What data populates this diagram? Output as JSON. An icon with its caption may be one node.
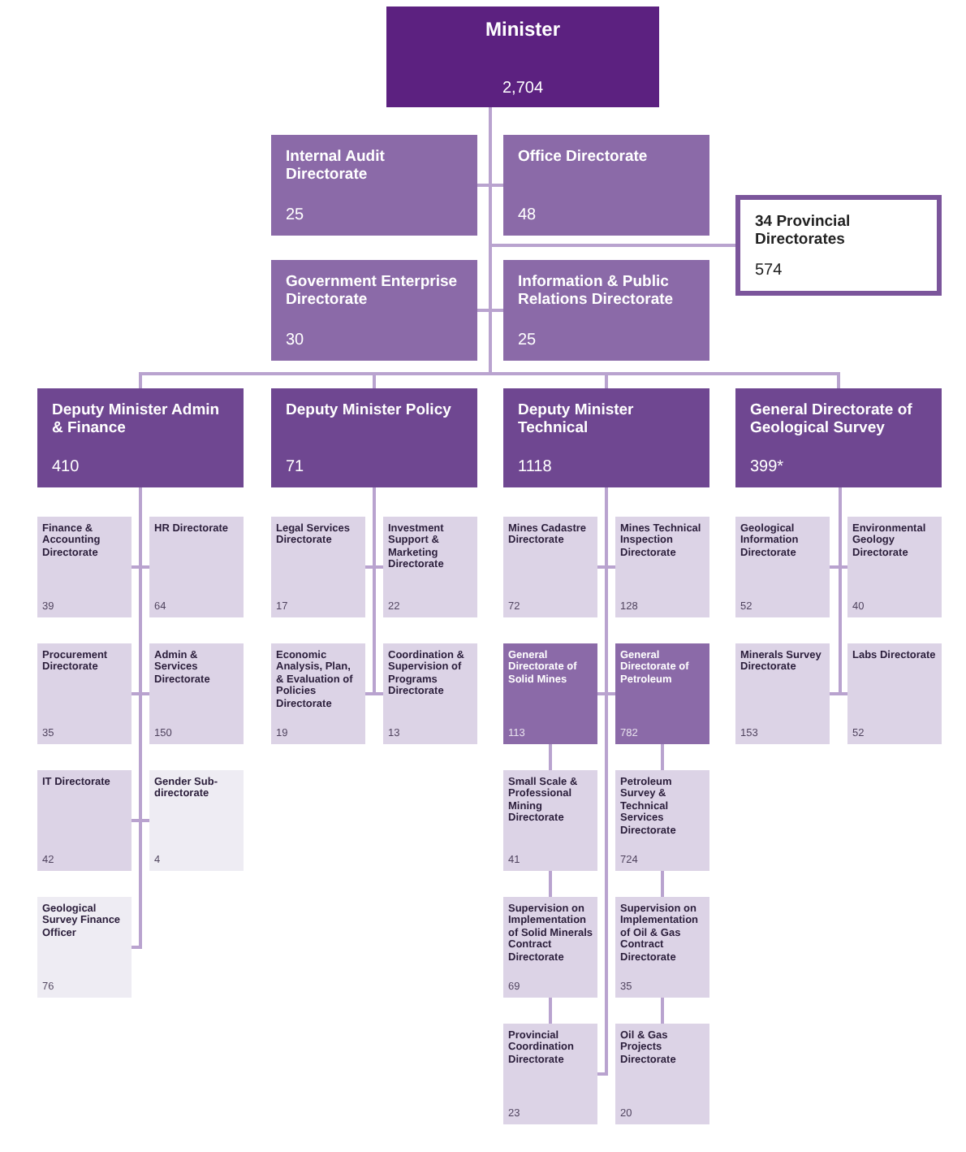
{
  "diagram": {
    "nodes": [
      {
        "text": [
          "Minister",
          "2,704"
        ]
      },
      {
        "text": [
          "Internal Audit Directorate",
          "25"
        ]
      },
      {
        "text": [
          "Office Directorate",
          "48"
        ]
      },
      {
        "text": [
          "34 Provincial Directorates",
          "574"
        ]
      },
      {
        "text": [
          "Government Enterprise Directorate",
          "30"
        ]
      },
      {
        "text": [
          "Information & Public Relations Directorate",
          "25"
        ]
      },
      {
        "text": [
          "Deputy Minister Admin & Finance",
          "410"
        ]
      },
      {
        "text": [
          "Deputy Minister Policy",
          "71"
        ]
      },
      {
        "text": [
          "Deputy Minister Technical",
          "1118"
        ]
      },
      {
        "text": [
          "General Directorate of Geological Survey",
          "399*"
        ]
      },
      {
        "text": [
          "Finance & Accounting Directorate",
          "39"
        ]
      },
      {
        "text": [
          "HR Directorate",
          "64"
        ]
      },
      {
        "text": [
          "Procurement Directorate",
          "35"
        ]
      },
      {
        "text": [
          "Admin & Services Directorate",
          "150"
        ]
      },
      {
        "text": [
          "IT Directorate",
          "42"
        ]
      },
      {
        "text": [
          "Gender Sub-directorate",
          "4"
        ]
      },
      {
        "text": [
          "Geological Survey Finance Officer",
          "76"
        ]
      },
      {
        "text": [
          "Legal Services Directorate",
          "17"
        ]
      },
      {
        "text": [
          "Investment Support & Marketing Directorate",
          "22"
        ]
      },
      {
        "text": [
          "Economic Analysis, Plan, & Evaluation of Policies Directorate",
          "19"
        ]
      },
      {
        "text": [
          "Coordination & Supervision of Programs Directorate",
          "13"
        ]
      },
      {
        "text": [
          "Mines Cadastre Directorate",
          "72"
        ]
      },
      {
        "text": [
          "Mines Technical Inspection Directorate",
          "128"
        ]
      },
      {
        "text": [
          "General Directorate of Solid Mines",
          "113"
        ]
      },
      {
        "text": [
          "General Directorate of Petroleum",
          "782"
        ]
      },
      {
        "text": [
          "Small Scale & Professional Mining Directorate",
          "41"
        ]
      },
      {
        "text": [
          "Petroleum Survey & Technical Services Directorate",
          "724"
        ]
      },
      {
        "text": [
          "Supervision on Implementation of Solid Minerals Contract Directorate",
          "69"
        ]
      },
      {
        "text": [
          "Supervision on Implementation of Oil & Gas Contract Directorate",
          "35"
        ]
      },
      {
        "text": [
          "Provincial Coordination Directorate",
          "23"
        ]
      },
      {
        "text": [
          "Oil & Gas Projects Directorate",
          "20"
        ]
      },
      {
        "text": [
          "Geological Information Directorate",
          "52"
        ]
      },
      {
        "text": [
          "Environmental Geology Directorate",
          "40"
        ]
      },
      {
        "text": [
          "Minerals Survey Directorate",
          "153"
        ]
      },
      {
        "text": [
          "Labs Directorate",
          "52"
        ]
      }
    ],
    "edges": [
      {
        "from": 0,
        "to": 1,
        "arrow": "none"
      },
      {
        "from": 0,
        "to": 2,
        "arrow": "none"
      },
      {
        "from": 0,
        "to": 3,
        "arrow": "none"
      },
      {
        "from": 0,
        "to": 4,
        "arrow": "none"
      },
      {
        "from": 0,
        "to": 5,
        "arrow": "none"
      },
      {
        "from": 0,
        "to": 6,
        "arrow": "none"
      },
      {
        "from": 0,
        "to": 7,
        "arrow": "none"
      },
      {
        "from": 0,
        "to": 8,
        "arrow": "none"
      },
      {
        "from": 0,
        "to": 9,
        "arrow": "none"
      },
      {
        "from": 6,
        "to": 10,
        "arrow": "none"
      },
      {
        "from": 6,
        "to": 11,
        "arrow": "none"
      },
      {
        "from": 6,
        "to": 12,
        "arrow": "none"
      },
      {
        "from": 6,
        "to": 13,
        "arrow": "none"
      },
      {
        "from": 6,
        "to": 14,
        "arrow": "none"
      },
      {
        "from": 6,
        "to": 15,
        "arrow": "none"
      },
      {
        "from": 6,
        "to": 16,
        "arrow": "none"
      },
      {
        "from": 7,
        "to": 17,
        "arrow": "none"
      },
      {
        "from": 7,
        "to": 18,
        "arrow": "none"
      },
      {
        "from": 7,
        "to": 19,
        "arrow": "none"
      },
      {
        "from": 7,
        "to": 20,
        "arrow": "none"
      },
      {
        "from": 8,
        "to": 21,
        "arrow": "none"
      },
      {
        "from": 8,
        "to": 22,
        "arrow": "none"
      },
      {
        "from": 8,
        "to": 23,
        "arrow": "none"
      },
      {
        "from": 8,
        "to": 24,
        "arrow": "none"
      },
      {
        "from": 8,
        "to": 29,
        "arrow": "none"
      },
      {
        "from": 23,
        "to": 25,
        "arrow": "none"
      },
      {
        "from": 25,
        "to": 27,
        "arrow": "none"
      },
      {
        "from": 27,
        "to": 29,
        "arrow": "none"
      },
      {
        "from": 24,
        "to": 26,
        "arrow": "none"
      },
      {
        "from": 26,
        "to": 28,
        "arrow": "none"
      },
      {
        "from": 28,
        "to": 30,
        "arrow": "none"
      },
      {
        "from": 9,
        "to": 31,
        "arrow": "none"
      },
      {
        "from": 9,
        "to": 32,
        "arrow": "none"
      },
      {
        "from": 9,
        "to": 33,
        "arrow": "none"
      },
      {
        "from": 9,
        "to": 34,
        "arrow": "none"
      }
    ]
  }
}
